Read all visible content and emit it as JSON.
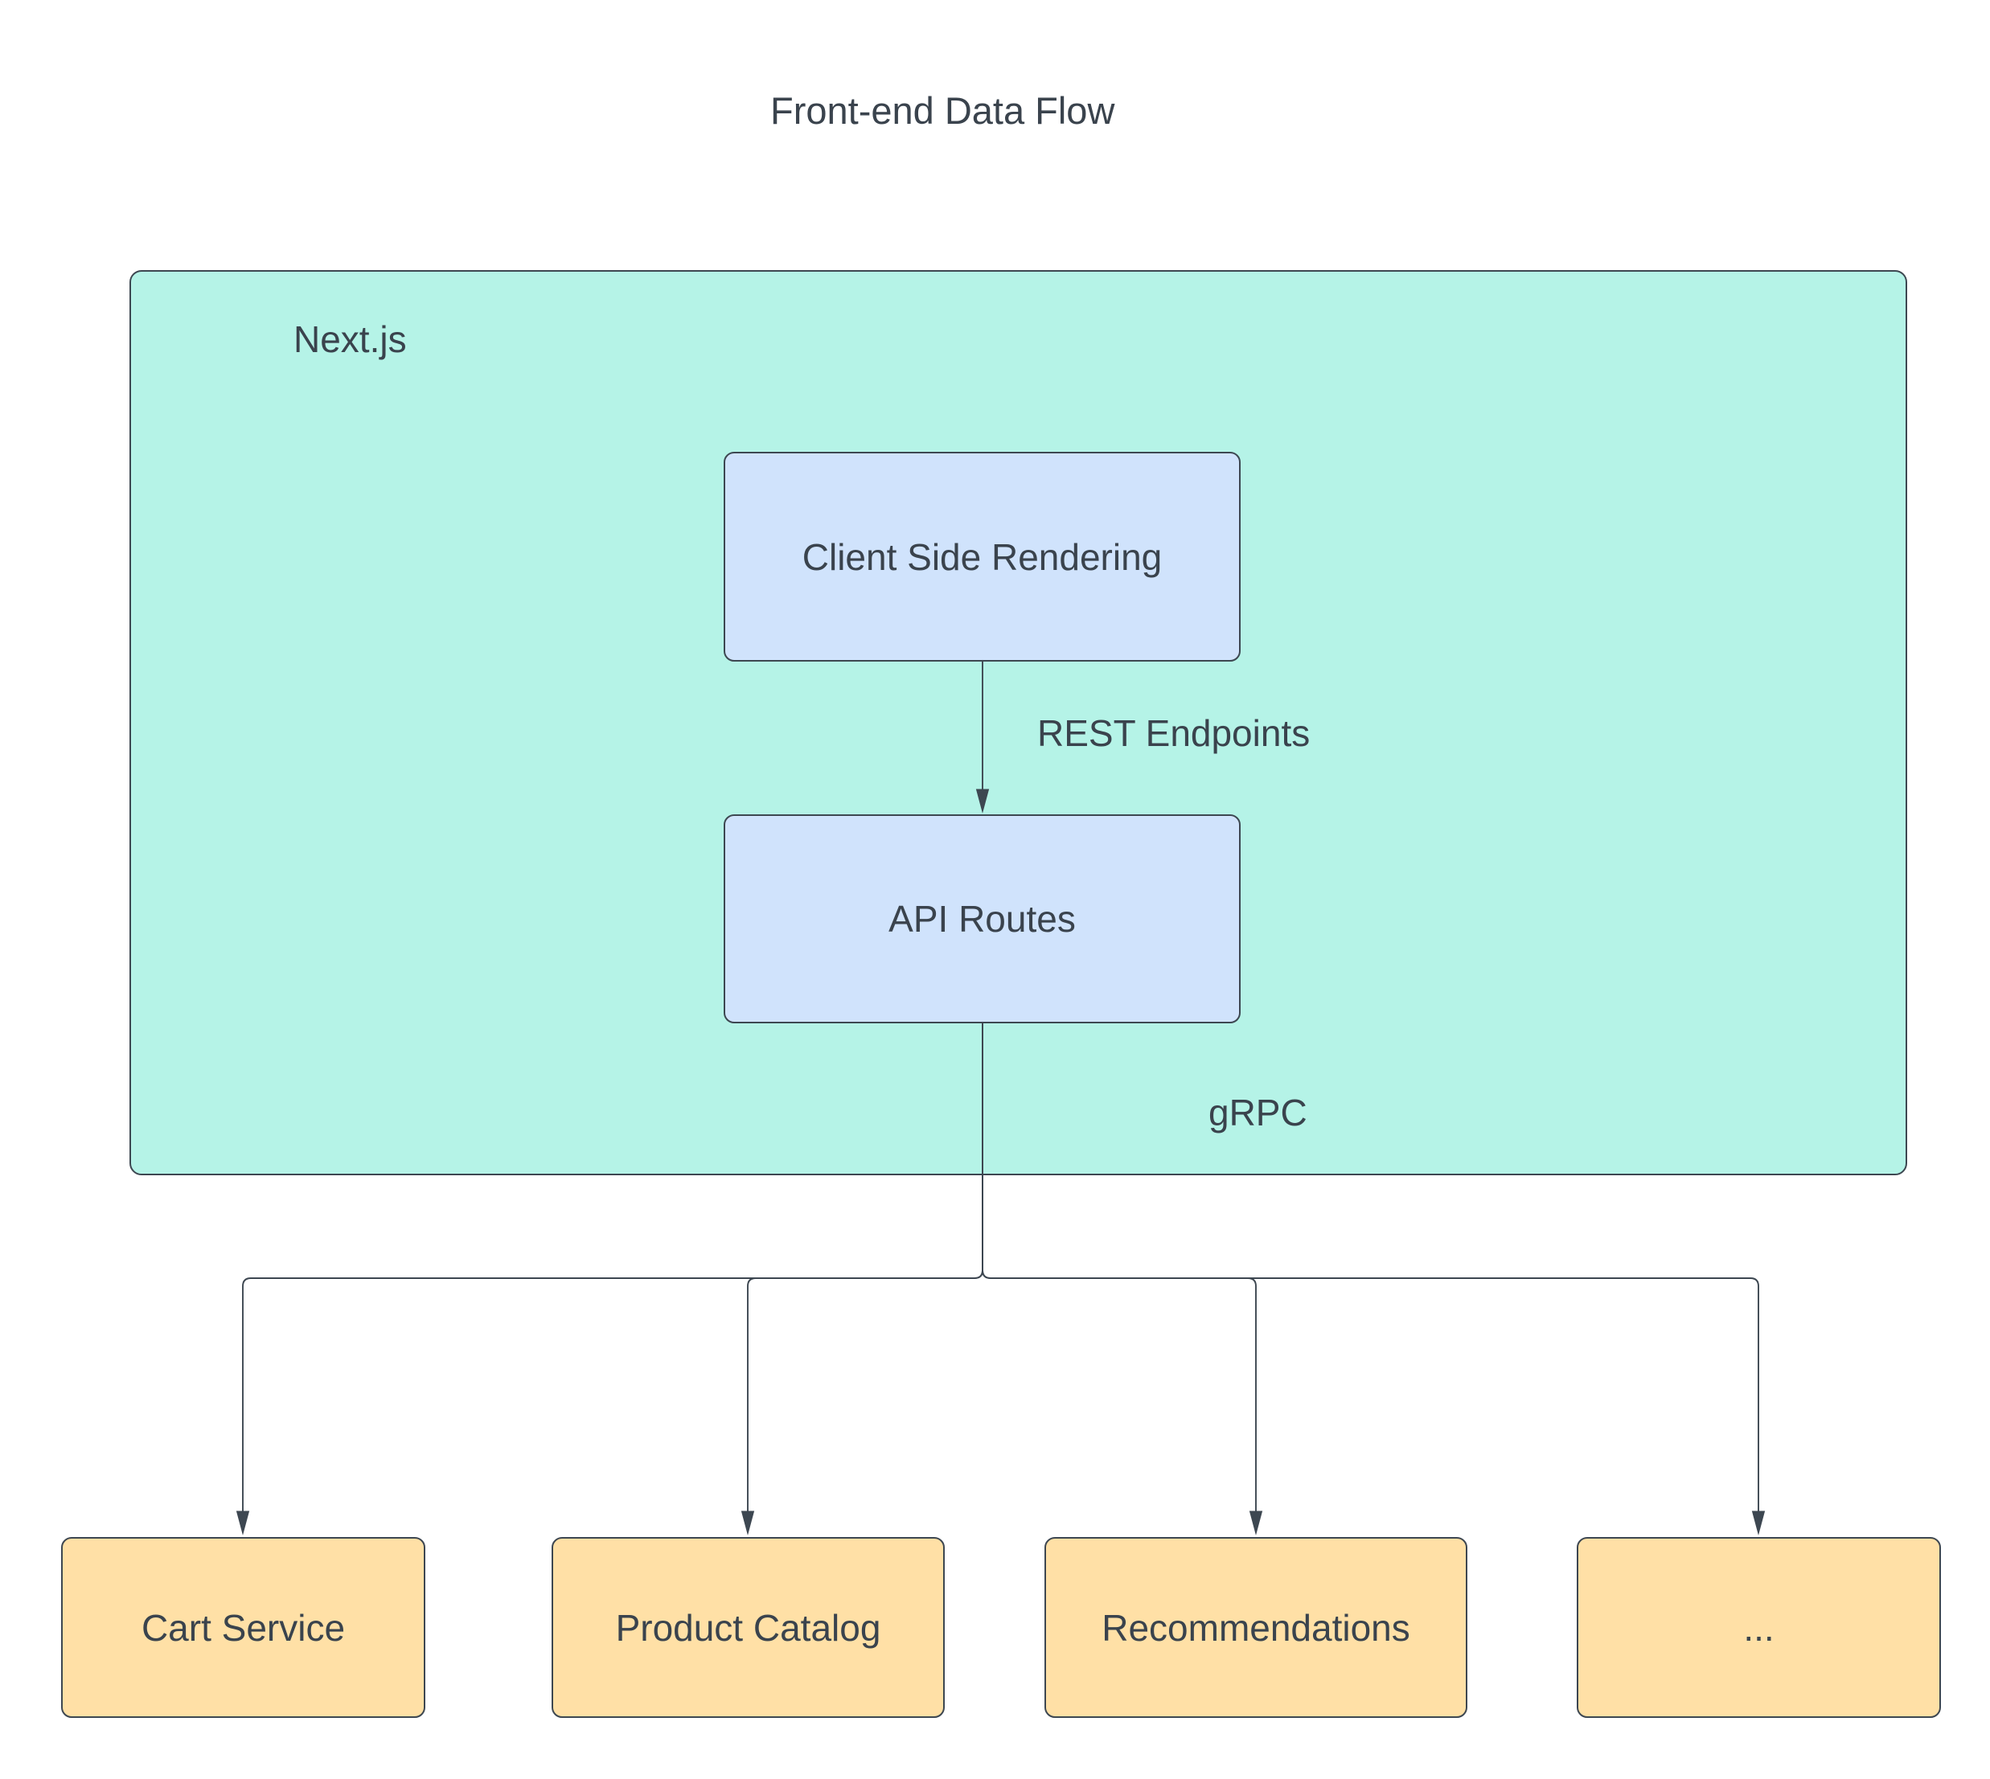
{
  "title": "Front-end Data Flow",
  "colors": {
    "container_fill": "#B5F3E7",
    "node_fill_blue": "#D0E3FC",
    "node_fill_orange": "#FFE0A6",
    "stroke": "#3D4751",
    "text": "#3A434D"
  },
  "container": {
    "label": "Next.js"
  },
  "nodes": {
    "client_side_rendering": {
      "label": "Client Side Rendering"
    },
    "api_routes": {
      "label": "API Routes"
    }
  },
  "edges": {
    "rest": {
      "label": "REST Endpoints"
    },
    "grpc": {
      "label": "gRPC"
    }
  },
  "services": [
    {
      "label": "Cart Service"
    },
    {
      "label": "Product Catalog"
    },
    {
      "label": "Recommendations"
    },
    {
      "label": "..."
    }
  ]
}
